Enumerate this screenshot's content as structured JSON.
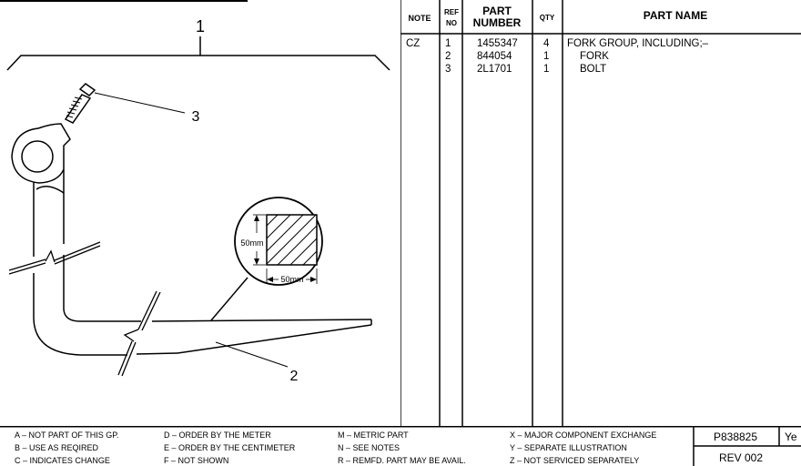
{
  "diagram": {
    "callouts": [
      "1",
      "2",
      "3"
    ],
    "dimension_height": "50mm",
    "dimension_width": "50mm"
  },
  "table": {
    "headers": {
      "note": "NOTE",
      "ref_top": "REF",
      "ref_bottom": "NO",
      "part_top": "PART",
      "part_bottom": "NUMBER",
      "qty": "QTY",
      "name": "PART NAME"
    },
    "note_value": "CZ",
    "rows": [
      {
        "ref": "1",
        "part": "1455347",
        "qty": "4",
        "name": "FORK GROUP, INCLUDING;–"
      },
      {
        "ref": "2",
        "part": "844054",
        "qty": "1",
        "name": "FORK"
      },
      {
        "ref": "3",
        "part": "2L1701",
        "qty": "1",
        "name": "BOLT"
      }
    ]
  },
  "legend": {
    "col1": [
      "A – NOT PART OF THIS GP.",
      "B – USE AS REQIRED",
      "C – INDICATES CHANGE"
    ],
    "col2": [
      "D – ORDER BY THE METER",
      "E – ORDER BY THE CENTIMETER",
      "F – NOT SHOWN"
    ],
    "col3": [
      "M – METRIC PART",
      "N – SEE NOTES",
      "R – REMFD. PART MAY BE AVAIL."
    ],
    "col4": [
      "X – MAJOR COMPONENT EXCHANGE",
      "Y – SEPARATE ILLUSTRATION",
      "Z – NOT SERVICED SEPARATELY"
    ]
  },
  "footer": {
    "drawing_no": "P838825",
    "revision": "REV 002",
    "edge_text": "Ye"
  }
}
